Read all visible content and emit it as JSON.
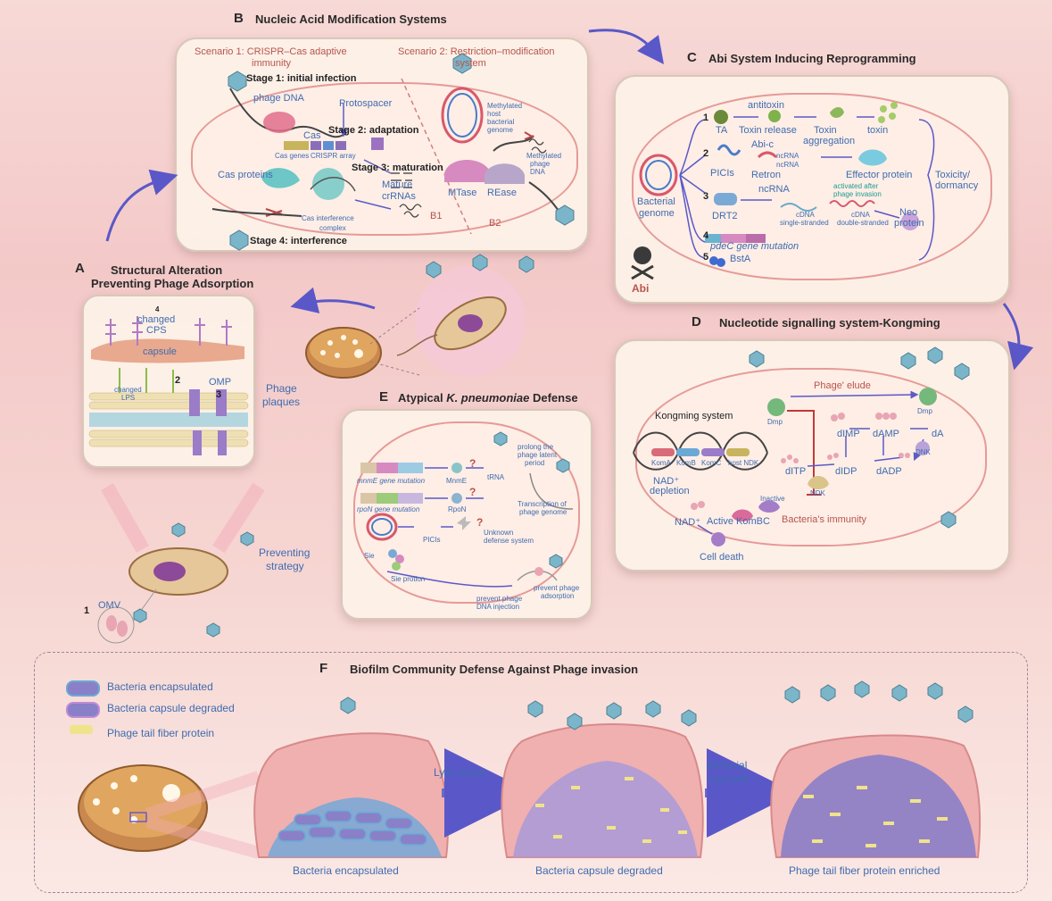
{
  "panelB": {
    "letter": "B",
    "title": "Nucleic Acid Modification Systems",
    "scenario1": "Scenario 1:  CRISPR–Cas adaptive",
    "scenario1b": "immunity",
    "scenario2": "Scenario 2:   Restriction–modification",
    "scenario2b": "system",
    "stage1": "Stage 1: initial infection",
    "phage_dna": "phage DNA",
    "protospacer": "Protospacer",
    "stage2": "Stage 2: adaptation",
    "cas": "Cas",
    "cas_genes": "Cas genes",
    "crispr_array": "CRISPR array",
    "stage3": "Stage 3: maturation",
    "cas_proteins": "Cas proteins",
    "mature": "Mature",
    "crrnas": "crRNAs",
    "cas_interference": "Cas interference",
    "complex": "complex",
    "b1": "B1",
    "stage4": "Stage 4: interference",
    "methylated_host": "Methylated",
    "methylated_host2": "host",
    "methylated_host3": "bacterial",
    "methylated_host4": "genome",
    "methylated_phage": "Methylated",
    "methylated_phage2": "phage",
    "methylated_phage3": "DNA",
    "mtase": "MTase",
    "rease": "REase",
    "b2": "B2"
  },
  "panelC": {
    "letter": "C",
    "title": "Abi System Inducing Reprogramming",
    "bacterial": "Bacterial",
    "genome": "genome",
    "n1": "1",
    "ta": "TA",
    "antitoxin": "antitoxin",
    "toxin_release": "Toxin release",
    "toxin_agg": "Toxin",
    "aggregation": "aggregation",
    "toxin": "toxin",
    "n2": "2",
    "picis": "PICIs",
    "abic": "Abi-c",
    "ncrna_a": "ncRNA",
    "ncrna_b": "ncRNA",
    "retron": "Retron",
    "effector": "Effector protein",
    "n3": "3",
    "ncrna": "ncRNA",
    "drt2": "DRT2",
    "activated": "activated after",
    "activated2": "phage invasion",
    "cdna": "cDNA",
    "single": "single-stranded",
    "cdna2": "cDNA",
    "double": "double-stranded",
    "neo": "Neo",
    "protein": "protein",
    "n4": "4",
    "pdec": "pdeC gene mutation",
    "n5": "5",
    "bsta": "BstA",
    "toxicity": "Toxicity/",
    "dormancy": "dormancy",
    "abi": "Abi"
  },
  "panelA": {
    "letter": "A",
    "title1": "Structural Alteration",
    "title2": "Preventing Phage Adsorption",
    "n4": "4",
    "changed": "changed",
    "cps": "CPS",
    "capsule": "capsule",
    "n2": "2",
    "changed_lps1": "changed",
    "changed_lps2": "LPS",
    "omp": "OMP",
    "n3": "3",
    "phage_plaques1": "Phage",
    "phage_plaques2": "plaques",
    "preventing1": "Preventing",
    "preventing2": "strategy",
    "n1": "1",
    "omv": "OMV"
  },
  "panelD": {
    "letter": "D",
    "title": "Nucleotide signalling system-Kongming",
    "phage_elude": "Phage' elude",
    "kongming": "Kongming system",
    "koma": "KomA",
    "komb": "KomB",
    "komc": "KomC",
    "host_ndk": "host NDK",
    "dmp_left": "Dmp",
    "dmp_right": "Dmp",
    "dimp": "dIMP",
    "damp": "dAMP",
    "da": "dA",
    "dnk": "DNK",
    "ditp": "dITP",
    "didp": "dIDP",
    "dadp": "dADP",
    "ndk": "NDK",
    "nad_dep": "NAD⁺",
    "depletion": "depletion",
    "nad": "NAD⁺",
    "inactive": "Inactive",
    "active": "Active KomBC",
    "immunity": "Bacteria's immunity",
    "cell_death": "Cell death"
  },
  "panelE": {
    "letter": "E",
    "title_pre": "Atypical ",
    "title_it": "K. pneumoniae",
    "title_post": " Defense",
    "mnme_gene": "mnmE gene mutation",
    "mnme": "MnmE",
    "trna": "tRNA",
    "prolong1": "prolong the",
    "prolong2": "phage latent",
    "prolong3": "period",
    "rpon_gene": "rpoN gene mutation",
    "rpon": "RpoN",
    "transcription1": "Transcription of",
    "transcription2": "phage genome",
    "picis": "PICIs",
    "unknown1": "Unknown",
    "unknown2": "defense system",
    "sie": "Sie",
    "sie_protein": "Sie protion",
    "prevent_adsorb1": "prevent phage",
    "prevent_adsorb2": "adsorption",
    "prevent_inject1": "prevent phage",
    "prevent_inject2": "DNA injection",
    "q": "?"
  },
  "panelF": {
    "letter": "F",
    "title": "Biofilm Community Defense Against Phage invasion",
    "legend": [
      {
        "label": "Bacteria encapsulated",
        "color": "#6a9fd6"
      },
      {
        "label": "Bacteria capsule degraded",
        "color": "#9a6fc2"
      },
      {
        "label": "Phage tail fiber protein",
        "color": "#f1e38a"
      }
    ],
    "lytic": "Lytic fusion",
    "regrowth1": "bacterial",
    "regrowth2": "regrowth",
    "stage1": "Bacteria encapsulated",
    "stage2": "Bacteria capsule degraded",
    "stage3": "Phage tail fiber protein enriched"
  }
}
